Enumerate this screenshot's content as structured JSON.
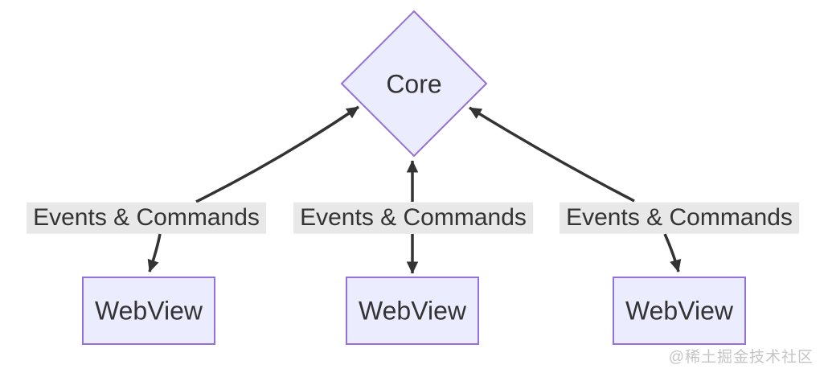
{
  "diagram": {
    "type": "flowchart",
    "nodes": {
      "core": {
        "label": "Core",
        "shape": "diamond"
      },
      "webviews": [
        {
          "label": "WebView",
          "shape": "rectangle"
        },
        {
          "label": "WebView",
          "shape": "rectangle"
        },
        {
          "label": "WebView",
          "shape": "rectangle"
        }
      ]
    },
    "edges": [
      {
        "from": "webview-1",
        "to": "core",
        "label": "Events & Commands",
        "direction": "bidirectional"
      },
      {
        "from": "webview-2",
        "to": "core",
        "label": "Events & Commands",
        "direction": "bidirectional"
      },
      {
        "from": "webview-3",
        "to": "core",
        "label": "Events & Commands",
        "direction": "bidirectional"
      }
    ],
    "colors": {
      "node_fill": "#ECECFF",
      "node_border": "#9370DB",
      "edge_line": "#333333",
      "edge_label_bg": "#e8e8e8",
      "text": "#333333",
      "background": "#ffffff",
      "watermark": "#c5c5c5"
    }
  },
  "watermark": {
    "text": "@稀土掘金技术社区"
  }
}
